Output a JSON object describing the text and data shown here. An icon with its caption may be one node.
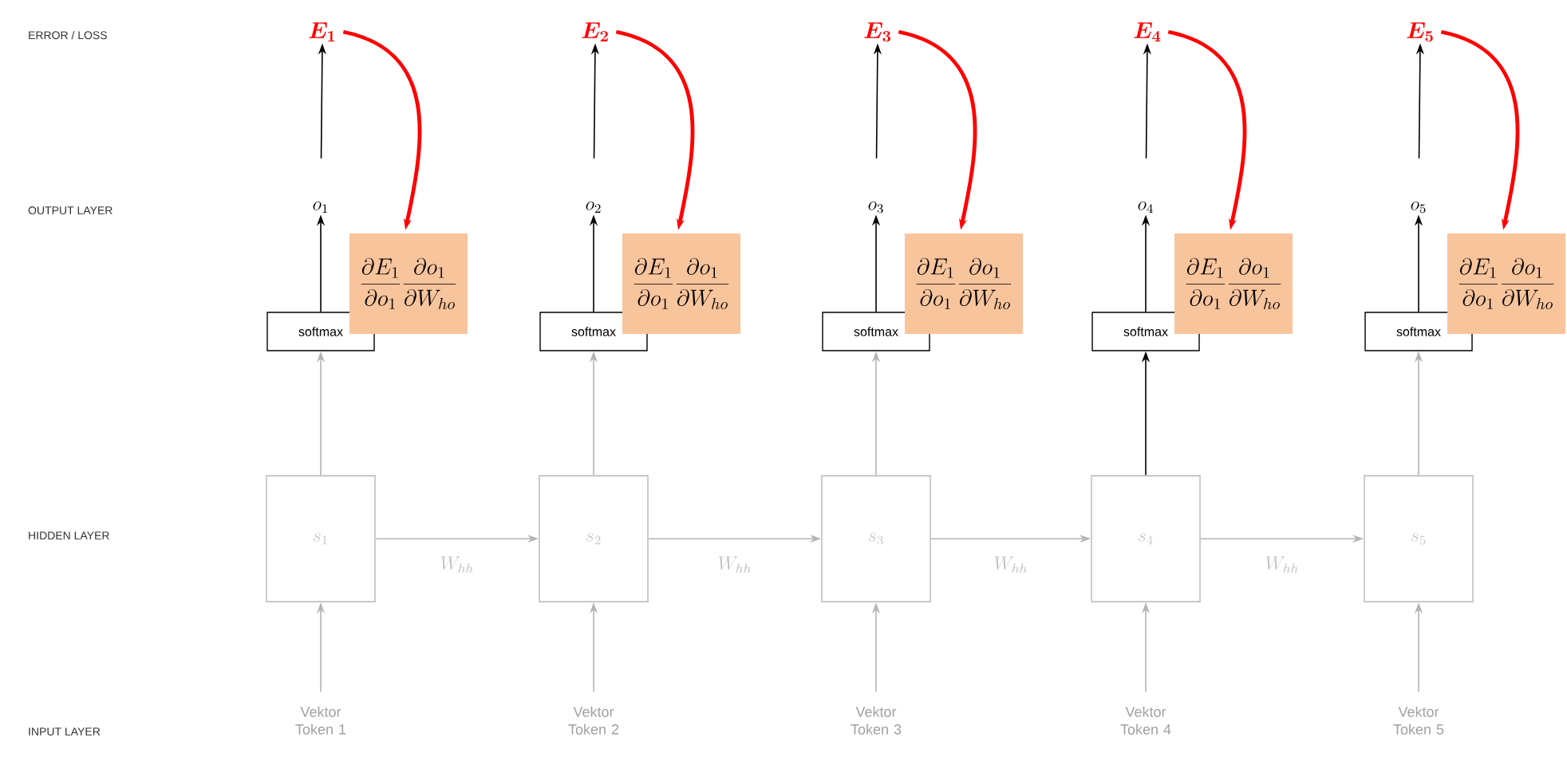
{
  "diagram": {
    "nodes": [
      {
        "text": [
          "E_1"
        ]
      },
      {
        "text": [
          "E_2"
        ]
      },
      {
        "text": [
          "E_3"
        ]
      },
      {
        "text": [
          "E_4"
        ]
      },
      {
        "text": [
          "E_5"
        ]
      },
      {
        "text": [
          "o_1"
        ]
      },
      {
        "text": [
          "o_2"
        ]
      },
      {
        "text": [
          "o_3"
        ]
      },
      {
        "text": [
          "o_4"
        ]
      },
      {
        "text": [
          "o_5"
        ]
      },
      {
        "text": [
          "\\frac{\\partial E_1}{\\partial o_1}\\frac{\\partial o_1}{\\partial W_{ho}}"
        ]
      },
      {
        "text": [
          "\\frac{\\partial E_1}{\\partial o_1}\\frac{\\partial o_1}{\\partial W_{ho}}"
        ]
      },
      {
        "text": [
          "\\frac{\\partial E_1}{\\partial o_1}\\frac{\\partial o_1}{\\partial W_{ho}}"
        ]
      },
      {
        "text": [
          "\\frac{\\partial E_1}{\\partial o_1}\\frac{\\partial o_1}{\\partial W_{ho}}"
        ]
      },
      {
        "text": [
          "\\frac{\\partial E_1}{\\partial o_1}\\frac{\\partial o_1}{\\partial W_{ho}}"
        ]
      },
      {
        "text": [
          "softmax"
        ]
      },
      {
        "text": [
          "softmax"
        ]
      },
      {
        "text": [
          "softmax"
        ]
      },
      {
        "text": [
          "softmax"
        ]
      },
      {
        "text": [
          "softmax"
        ]
      },
      {
        "text": [
          "s_1"
        ]
      },
      {
        "text": [
          "s_2"
        ]
      },
      {
        "text": [
          "s_3"
        ]
      },
      {
        "text": [
          "s_4"
        ]
      },
      {
        "text": [
          "s_5"
        ]
      },
      {
        "text": [
          "Vektor Token 1"
        ]
      },
      {
        "text": [
          "Vektor Token 2"
        ]
      },
      {
        "text": [
          "Vektor Token 3"
        ]
      },
      {
        "text": [
          "Vektor Token 4"
        ]
      },
      {
        "text": [
          "Vektor Token 5"
        ]
      }
    ],
    "edges": [
      {
        "from": 5,
        "to": 0,
        "arrow": "to",
        "color": "#000000"
      },
      {
        "from": 6,
        "to": 1,
        "arrow": "to",
        "color": "#000000"
      },
      {
        "from": 7,
        "to": 2,
        "arrow": "to",
        "color": "#000000"
      },
      {
        "from": 8,
        "to": 3,
        "arrow": "to",
        "color": "#000000"
      },
      {
        "from": 9,
        "to": 4,
        "arrow": "to",
        "color": "#000000"
      },
      {
        "from": 0,
        "to": 10,
        "arrow": "to",
        "style": "thick",
        "color": "#ff0000"
      },
      {
        "from": 1,
        "to": 11,
        "arrow": "to",
        "style": "thick",
        "color": "#ff0000"
      },
      {
        "from": 2,
        "to": 12,
        "arrow": "to",
        "style": "thick",
        "color": "#ff0000"
      },
      {
        "from": 3,
        "to": 13,
        "arrow": "to",
        "style": "thick",
        "color": "#ff0000"
      },
      {
        "from": 4,
        "to": 14,
        "arrow": "to",
        "style": "thick",
        "color": "#ff0000"
      },
      {
        "from": 15,
        "to": 5,
        "arrow": "to",
        "color": "#000000"
      },
      {
        "from": 16,
        "to": 6,
        "arrow": "to",
        "color": "#000000"
      },
      {
        "from": 17,
        "to": 7,
        "arrow": "to",
        "color": "#000000"
      },
      {
        "from": 18,
        "to": 8,
        "arrow": "to",
        "color": "#000000"
      },
      {
        "from": 19,
        "to": 9,
        "arrow": "to",
        "color": "#000000"
      },
      {
        "from": 20,
        "to": 15,
        "arrow": "to"
      },
      {
        "from": 21,
        "to": 16,
        "arrow": "to"
      },
      {
        "from": 22,
        "to": 17,
        "arrow": "to"
      },
      {
        "from": 23,
        "to": 18,
        "arrow": "to",
        "color": "#000000"
      },
      {
        "from": 24,
        "to": 19,
        "arrow": "to"
      },
      {
        "from": 20,
        "to": 21,
        "arrow": "to",
        "label": "W_{hh}"
      },
      {
        "from": 21,
        "to": 22,
        "arrow": "to",
        "label": "W_{hh}"
      },
      {
        "from": 22,
        "to": 23,
        "arrow": "to",
        "label": "W_{hh}"
      },
      {
        "from": 23,
        "to": 24,
        "arrow": "to",
        "label": "W_{hh}"
      },
      {
        "from": 25,
        "to": 20,
        "arrow": "to"
      },
      {
        "from": 26,
        "to": 21,
        "arrow": "to"
      },
      {
        "from": 27,
        "to": 22,
        "arrow": "to"
      },
      {
        "from": 28,
        "to": 23,
        "arrow": "to"
      },
      {
        "from": 29,
        "to": 24,
        "arrow": "to"
      }
    ],
    "labels": [
      "ERROR / LOSS",
      "OUTPUT LAYER",
      "HIDDEN LAYER",
      "INPUT LAYER"
    ]
  }
}
